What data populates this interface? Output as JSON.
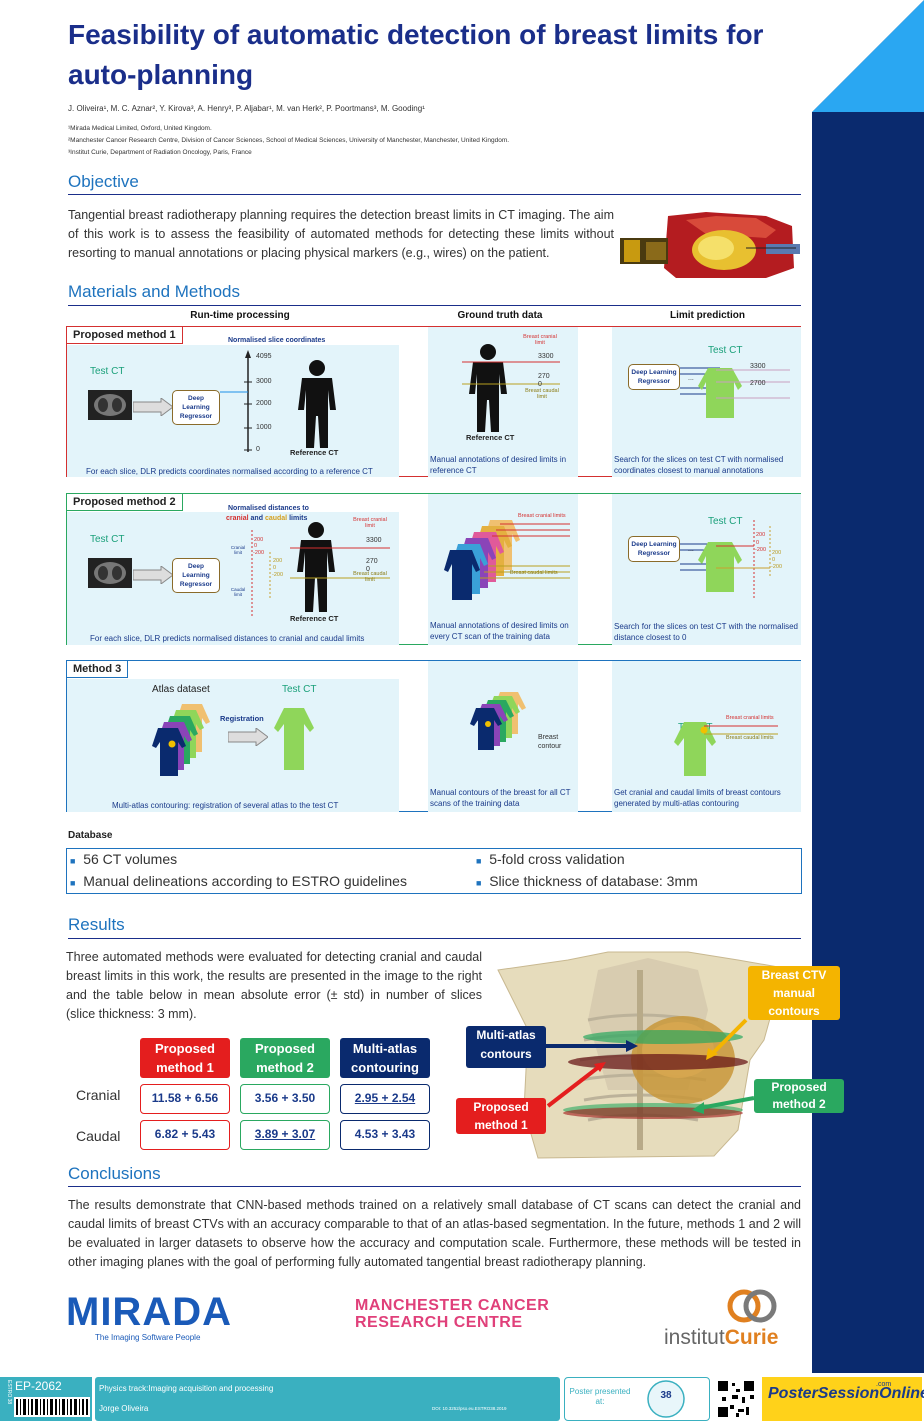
{
  "header": {
    "title": "Feasibility of automatic detection of breast limits for auto-planning",
    "authors": "J. Oliveira¹, M. C. Aznar², Y. Kirova³, A. Henry³, P. Aljabar¹, M. van Herk², P. Poortmans³, M. Gooding¹",
    "affiliations": [
      "¹Mirada Medical Limited, Oxford, United Kingdom.",
      "²Manchester Cancer Research Centre, Division of Cancer Sciences, School of Medical Sciences, University of Manchester, Manchester, United Kingdom.",
      "³Institut Curie, Department of Radiation Oncology, Paris, France"
    ]
  },
  "objective": {
    "heading": "Objective",
    "text": "Tangential breast radiotherapy planning requires the detection breast limits in CT imaging. The aim of this work is to assess the feasibility of automated methods for detecting these limits without resorting to manual annotations or placing physical markers (e.g., wires) on the patient."
  },
  "methods": {
    "heading": "Materials and Methods",
    "columns": [
      "Run-time processing",
      "Ground truth data",
      "Limit prediction"
    ],
    "m1": {
      "label": "Proposed method 1",
      "axis_title": "Normalised slice coordinates",
      "ticks": [
        "4095",
        "3000",
        "2000",
        "1000",
        "0"
      ],
      "test_ct": "Test CT",
      "dlr": "Deep Learning Regressor",
      "ref_ct": "Reference CT",
      "cranial": "Breast cranial limit",
      "caudal": "Breast caudal limit",
      "v3300": "3300",
      "v2700": "2700",
      "v270": "270",
      "v0": "0",
      "dots": "...",
      "cap1": "For each slice, DLR predicts coordinates normalised according to a reference CT",
      "cap2": "Manual annotations of desired limits in reference CT",
      "cap3": "Search for the slices on test CT with normalised coordinates closest to manual annotations"
    },
    "m2": {
      "label": "Proposed method 2",
      "axis_title_a": "Normalised distances to",
      "axis_title_b1": "cranial",
      "axis_title_b2": "and",
      "axis_title_b3": "caudal",
      "axis_title_b4": "limits",
      "cranial_lim": "Cranial limit",
      "caudal_lim": "Caudal limit",
      "t200": "200",
      "t0": "0",
      "t200n": "-200",
      "cap1": "For each slice, DLR predicts normalised distances to cranial and caudal limits",
      "cap2": "Manual annotations of desired limits on every CT scan of the training data",
      "cap3": "Search for the slices on test CT with the normalised distance closest to 0",
      "cranial_lims": "Breast cranial limits",
      "caudal_lims": "Breast caudal limits"
    },
    "m3": {
      "label": "Method 3",
      "atlas": "Atlas dataset",
      "reg": "Registration",
      "contour": "Breast contour",
      "cap1": "Multi-atlas contouring: registration of several atlas to the test CT",
      "cap2": "Manual contours of the breast for all CT scans of the training data",
      "cap3": "Get cranial and caudal limits of breast contours generated by multi-atlas contouring"
    }
  },
  "database": {
    "heading": "Database",
    "items": [
      "56 CT volumes",
      "Manual delineations according to ESTRO guidelines",
      "5-fold cross validation",
      "Slice thickness of database: 3mm"
    ]
  },
  "results": {
    "heading": "Results",
    "text": "Three automated methods were evaluated for detecting cranial and caudal breast limits in this work, the results are presented in the image to the right and the table below in mean absolute error (± std) in number of slices (slice thickness: 3 mm).",
    "table": {
      "headers": [
        "Proposed method 1",
        "Proposed method 2",
        "Multi-atlas contouring"
      ],
      "rows": [
        {
          "label": "Cranial",
          "values": [
            "11.58 + 6.56",
            "3.56 + 3.50",
            "2.95 + 2.54"
          ]
        },
        {
          "label": "Caudal",
          "values": [
            "6.82 + 5.43",
            "3.89 + 3.07",
            "4.53 + 3.43"
          ]
        }
      ]
    },
    "annotations": {
      "ctv": "Breast CTV manual contours",
      "multi": "Multi-atlas contours",
      "pm1": "Proposed method 1",
      "pm2": "Proposed method 2"
    }
  },
  "conclusions": {
    "heading": "Conclusions",
    "text": "The results demonstrate that CNN-based methods trained on a relatively small database of CT scans can detect the cranial and caudal limits of breast CTVs with an accuracy comparable to that of an atlas-based segmentation. In the future, methods 1 and 2 will be evaluated in larger datasets to observe how the accuracy and computation scale. Furthermore, these methods will be tested in other imaging planes with the goal of performing fully automated tangential breast radiotherapy planning."
  },
  "logos": {
    "mirada": "MIRADA",
    "mirada_tag": "The Imaging Software People",
    "mcrc1": "MANCHESTER CANCER",
    "mcrc2": "RESEARCH CENTRE",
    "curie_a": "institut",
    "curie_b": "Curie"
  },
  "footer": {
    "code": "EP-2062",
    "track": "Physics track:Imaging acquisition and processing",
    "author": "Jorge Oliveira",
    "doi": "DOI: 10.3252/pso.eu.ESTRO38.2019",
    "presented": "Poster presented at:",
    "badge": "38",
    "pso1": "Poster",
    "pso2": "SessionOnline",
    "pso_com": ".com",
    "side_code": "ESTRO 38"
  }
}
